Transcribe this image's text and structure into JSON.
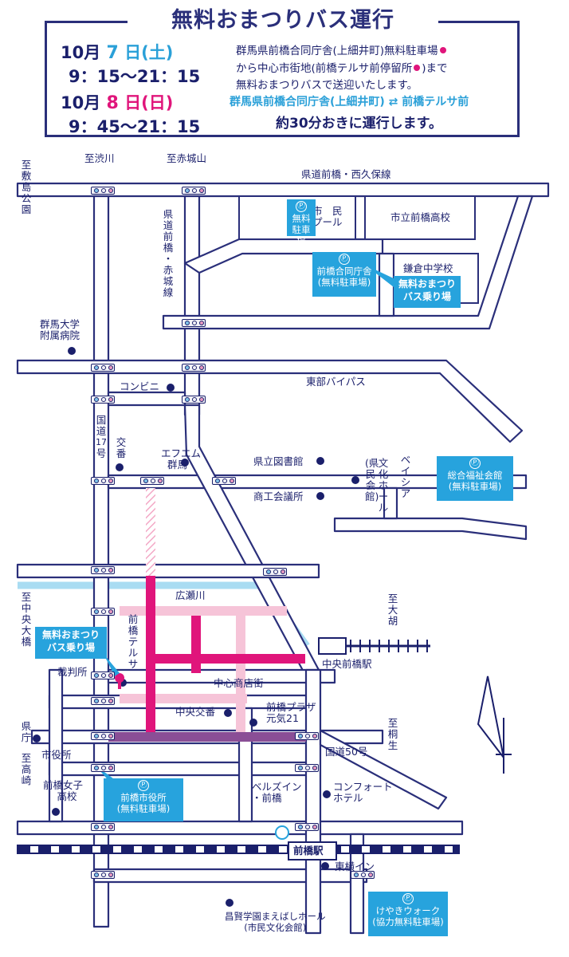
{
  "header": {
    "title": "無料おまつりバス運行",
    "day1": {
      "month": "10月",
      "day": "7",
      "day_unit": "日",
      "weekday": "(土)",
      "time": "9：15〜21：15"
    },
    "day2": {
      "month": "10月",
      "day": "8",
      "day_unit": "日",
      "weekday": "(日)",
      "time": "9：45〜21：15"
    },
    "desc1": "群馬県前橋合同庁舎(上細井町)無料駐車場",
    "desc2": "から中心市街地(前橋テルサ前停留所",
    "desc2_end": ")まで",
    "desc3": "無料おまつりバスで送迎いたします。",
    "route": "群馬県前橋合同庁舎(上細井町) ⇄ 前橋テルサ前",
    "interval": "約30分おきに運行します。"
  },
  "map": {
    "directions": {
      "shibukawa": "至渋川",
      "akagi": "至赤城山",
      "shikishima": [
        "至",
        "敷",
        "島",
        "公",
        "園"
      ],
      "chuo_ohashi": [
        "至",
        "中",
        "央",
        "大",
        "橋"
      ],
      "takasaki": [
        "至",
        "高",
        "崎"
      ],
      "ogo": [
        "至",
        "大",
        "胡"
      ],
      "kiryu": [
        "至",
        "桐",
        "生"
      ]
    },
    "roads": {
      "kendo_nishikubo": "県道前橋・西久保線",
      "kendo_akagi": [
        "県",
        "道",
        "前",
        "橋",
        "・",
        "赤",
        "城",
        "線"
      ],
      "tobu_bypass": "東部バイパス",
      "kokudo17": [
        "国",
        "道",
        "17",
        "号"
      ],
      "kokudo50": "国道50号",
      "hirose_river": "広瀬川",
      "chushin_shotengai": "中心商店街"
    },
    "places": {
      "gunma_hospital": [
        "群馬大学",
        "附属病院"
      ],
      "shimin_pool": [
        "市　民",
        "プール"
      ],
      "ichiritsu_hs": "市立前橋高校",
      "kamakura_jhs": "鎌倉中学校",
      "convenience": "コンビニ",
      "koban": [
        "交",
        "番"
      ],
      "fm_gunma": [
        "エフエム",
        "群馬"
      ],
      "pref_library": "県立図書館",
      "chamber": "商工会議所",
      "bunka_hall": [
        "文",
        "化",
        "ホ",
        "ー",
        "ル"
      ],
      "kenmin_kaikan": [
        "(県",
        "民",
        "会",
        "館)"
      ],
      "beisia": [
        "ベ",
        "イ",
        "シ",
        "ア"
      ],
      "chuo_maebashi_sta": "中央前橋駅",
      "court": "裁判所",
      "kencho": [
        "県",
        "庁"
      ],
      "city_hall": "市役所",
      "girls_hs": [
        "前橋女子",
        "高校"
      ],
      "chuo_koban": "中央交番",
      "maebashi_plaza": [
        "前橋プラザ",
        "元気21"
      ],
      "bellsinn": [
        "ベルズイン",
        "・前橋"
      ],
      "comfort": [
        "コンフォート",
        "ホテル"
      ],
      "maebashi_sta": "前橋駅",
      "toyoko": "東横イン",
      "shimin_bunka": [
        "昌賢学園まえばしホール",
        "(市民文化会館)"
      ],
      "terusa": [
        "前",
        "橋",
        "テ",
        "ル",
        "サ"
      ]
    },
    "parking": {
      "p_symbol": "Ⓟ",
      "free_parking_small": [
        "無料",
        "駐車場"
      ],
      "godo_chosha": [
        "前橋合同庁舎",
        "(無料駐車場)"
      ],
      "fukushi": [
        "総合福祉会館",
        "(無料駐車場)"
      ],
      "shiyakusho": [
        "前橋市役所",
        "(無料駐車場)"
      ],
      "keyaki": [
        "けやきウォーク",
        "(協力無料駐車場)"
      ]
    },
    "bus_stops": {
      "north": [
        "無料おまつり",
        "バス乗り場"
      ],
      "south": [
        "無料おまつり",
        "バス乗り場"
      ]
    }
  },
  "colors": {
    "road_outline": "#2a2f7a",
    "river": "#a9dcf2",
    "magenta_route": "#e0157b",
    "pink_zone": "#f6c4d8",
    "purple_road": "#8a4e96",
    "callout": "#27a3dd"
  }
}
